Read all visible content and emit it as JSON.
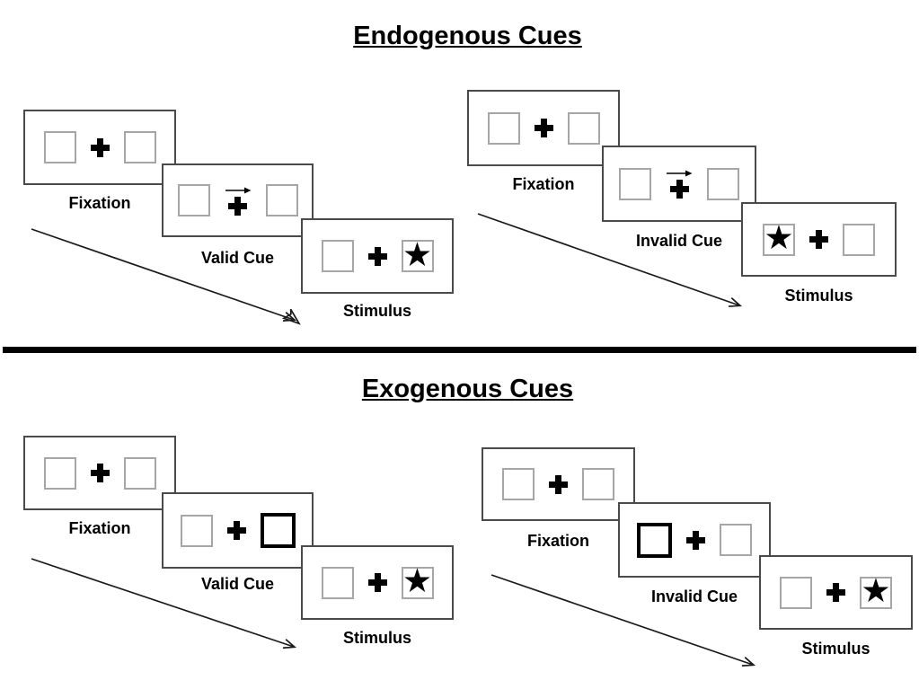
{
  "glyphs": {
    "star": "★",
    "fixation_cross": "+",
    "cue_arrow": "→"
  },
  "colors": {
    "background": "#ffffff",
    "ink": "#000000",
    "panel_border": "#4a4a4a",
    "box_border": "#a6a6a6",
    "divider": "#000000"
  },
  "sections": [
    {
      "title": "Endogenous Cues",
      "trials": [
        {
          "name": "valid-trial",
          "steps": [
            {
              "label": "Fixation",
              "left_box": "empty",
              "right_box": "empty",
              "cue": null
            },
            {
              "label": "Valid Cue",
              "left_box": "empty",
              "right_box": "empty",
              "cue": "central-arrow-pointing-right"
            },
            {
              "label": "Stimulus",
              "left_box": "empty",
              "right_box": "star",
              "cue": null
            }
          ]
        },
        {
          "name": "invalid-trial",
          "steps": [
            {
              "label": "Fixation",
              "left_box": "empty",
              "right_box": "empty",
              "cue": null
            },
            {
              "label": "Invalid Cue",
              "left_box": "empty",
              "right_box": "empty",
              "cue": "central-arrow-pointing-right"
            },
            {
              "label": "Stimulus",
              "left_box": "star",
              "right_box": "empty",
              "cue": null
            }
          ]
        }
      ]
    },
    {
      "title": "Exogenous Cues",
      "trials": [
        {
          "name": "valid-trial",
          "steps": [
            {
              "label": "Fixation",
              "left_box": "empty",
              "right_box": "empty",
              "cue": null
            },
            {
              "label": "Valid Cue",
              "left_box": "empty",
              "right_box": "highlighted",
              "cue": "peripheral-box-highlight-right"
            },
            {
              "label": "Stimulus",
              "left_box": "empty",
              "right_box": "star",
              "cue": null
            }
          ]
        },
        {
          "name": "invalid-trial",
          "steps": [
            {
              "label": "Fixation",
              "left_box": "empty",
              "right_box": "empty",
              "cue": null
            },
            {
              "label": "Invalid Cue",
              "left_box": "highlighted",
              "right_box": "empty",
              "cue": "peripheral-box-highlight-left"
            },
            {
              "label": "Stimulus",
              "left_box": "empty",
              "right_box": "star",
              "cue": null
            }
          ]
        }
      ]
    }
  ]
}
